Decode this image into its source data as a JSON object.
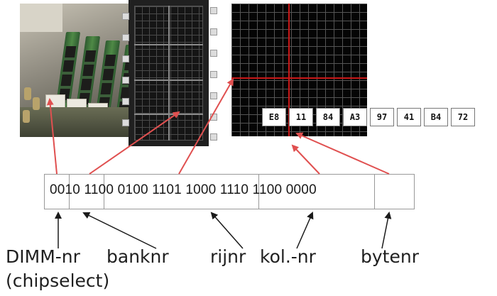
{
  "bytes": [
    "E8",
    "11",
    "84",
    "A3",
    "97",
    "41",
    "B4",
    "72"
  ],
  "address_bits": "0010 1100 0100 1101 1000 1110 1100 0000",
  "labels": {
    "dimm": "DIMM-nr",
    "chipselect": "(chipselect)",
    "bank": "banknr",
    "row": "rijnr",
    "column": "kol.-nr",
    "byte": "bytenr"
  },
  "colors": {
    "highlight_red": "#c81818",
    "arrow_red": "#e05050",
    "arrow_dark": "#1a1a1a"
  }
}
